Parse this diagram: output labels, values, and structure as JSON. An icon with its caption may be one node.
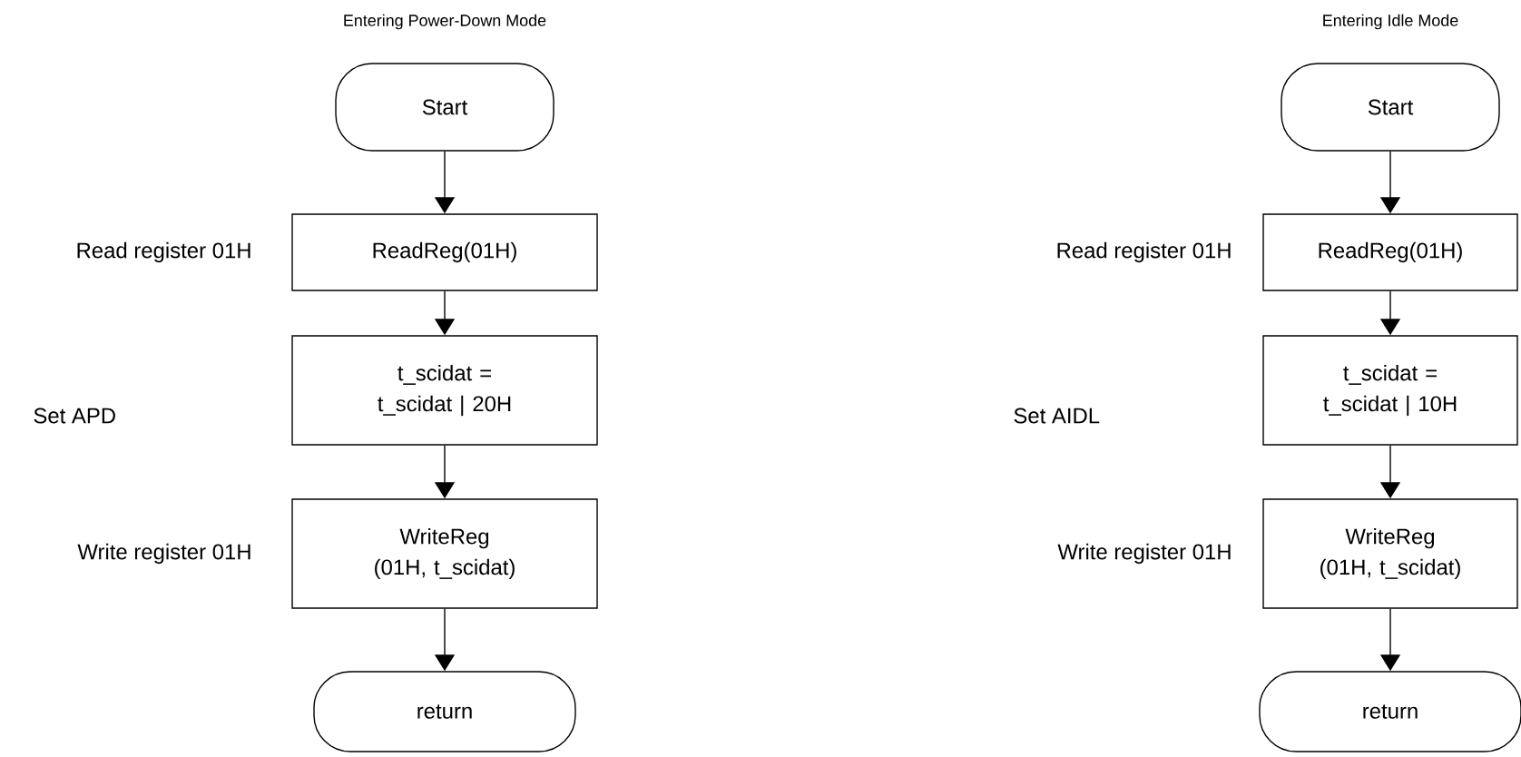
{
  "diagram": {
    "nodes": [
      {
        "text": [
          "Start"
        ]
      },
      {
        "text": [
          "ReadReg(01H)"
        ],
        "beside": [
          "Read register 01H"
        ]
      },
      {
        "text": [
          "t_scidat = t_scidat | 20H"
        ]
      },
      {
        "text": [
          "WriteReg (01H, t_scidat)"
        ],
        "beside": [
          "Write register 01H"
        ]
      },
      {
        "text": [
          "return"
        ]
      },
      {
        "text": [
          "Start"
        ]
      },
      {
        "text": [
          "ReadReg(01H)"
        ],
        "beside": [
          "Read register 01H"
        ]
      },
      {
        "text": [
          "t_scidat = t_scidat | 10H"
        ]
      },
      {
        "text": [
          "WriteReg (01H, t_scidat)"
        ],
        "beside": [
          "Write register 01H"
        ]
      },
      {
        "text": [
          "return"
        ]
      }
    ],
    "edges": [
      {
        "from": 0,
        "to": 1,
        "arrow": "to"
      },
      {
        "from": 1,
        "to": 2,
        "arrow": "to"
      },
      {
        "from": 2,
        "to": 3,
        "arrow": "to"
      },
      {
        "from": 3,
        "to": 4,
        "arrow": "to"
      },
      {
        "from": 5,
        "to": 6,
        "arrow": "to"
      },
      {
        "from": 6,
        "to": 7,
        "arrow": "to"
      },
      {
        "from": 7,
        "to": 8,
        "arrow": "to"
      },
      {
        "from": 8,
        "to": 9,
        "arrow": "to"
      }
    ],
    "labels": [
      "Entering Power-Down Mode",
      "Entering Idle Mode",
      "Set APD",
      "Set AIDL"
    ]
  }
}
